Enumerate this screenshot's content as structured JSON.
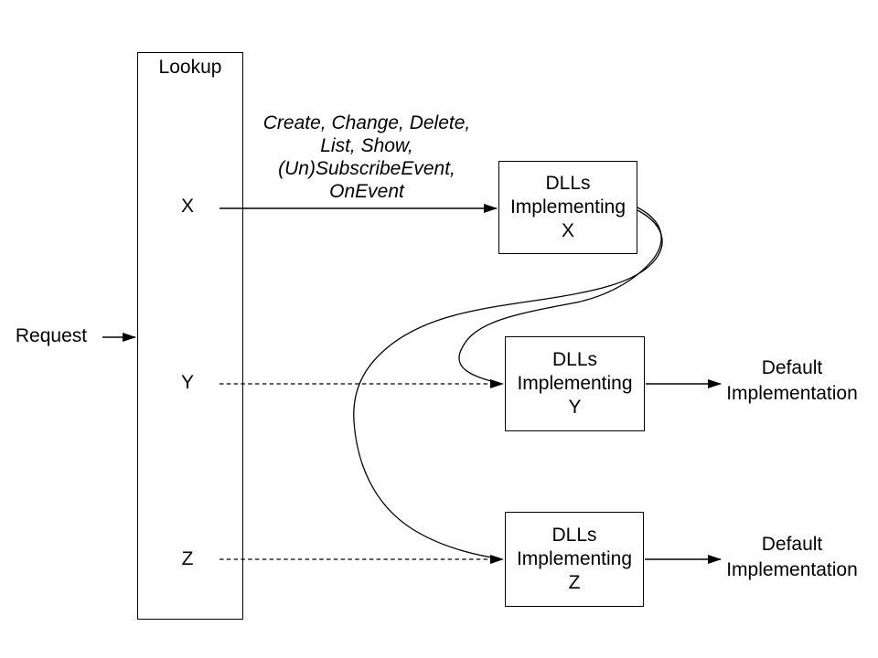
{
  "diagram": {
    "colors": {
      "line": "#000000",
      "background": "#ffffff"
    },
    "request": {
      "label": "Request"
    },
    "lookup": {
      "title": "Lookup",
      "entries": [
        "X",
        "Y",
        "Z"
      ]
    },
    "methods_annotation": {
      "lines": [
        "Create, Change, Delete,",
        "List, Show,",
        "(Un)SubscribeEvent,",
        "OnEvent"
      ]
    },
    "dll_boxes": [
      {
        "lines": [
          "DLLs",
          "Implementing",
          "X"
        ]
      },
      {
        "lines": [
          "DLLs",
          "Implementing",
          "Y"
        ]
      },
      {
        "lines": [
          "DLLs",
          "Implementing",
          "Z"
        ]
      }
    ],
    "default_implementations": [
      {
        "lines": [
          "Default",
          "Implementation"
        ]
      },
      {
        "lines": [
          "Default",
          "Implementation"
        ]
      }
    ]
  }
}
